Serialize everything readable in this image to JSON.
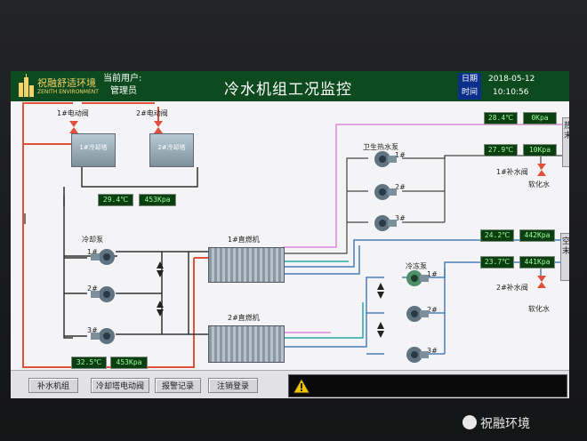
{
  "header": {
    "brand_name": "祝融舒适环境",
    "brand_sub": "ZENITH ENVIRONMENT",
    "current_user_label": "当前用户:",
    "current_user": "管理员",
    "title": "冷水机组工况监控",
    "date_label": "日期",
    "date": "2018-05-12",
    "time_label": "时间",
    "time": "10:10:56"
  },
  "cooling_towers": {
    "valve1": "1#电动阀",
    "valve2": "2#电动阀",
    "tower1": "1#冷却塔",
    "tower2": "2#冷却塔",
    "temp": "29.4℃",
    "pressure": "453Kpa"
  },
  "cooling_pumps": {
    "label": "冷却泵",
    "p1": "1#",
    "p2": "2#",
    "p3": "3#"
  },
  "chillers": {
    "c1": "1#直燃机",
    "c2": "2#直燃机"
  },
  "cooling_return": {
    "temp": "32.5℃",
    "pressure": "453Kpa"
  },
  "hot_water": {
    "temp": "28.4℃",
    "pressure": "0Kpa",
    "pump_label": "卫生热水泵",
    "p1": "1#",
    "p2": "2#",
    "p3": "3#",
    "temp2": "27.9℃",
    "pressure2": "10Kpa",
    "makeup_valve": "1#补水阀",
    "soft_water": "软化水",
    "terminal": "热水末端"
  },
  "chilled_water": {
    "temp": "24.2℃",
    "pressure": "442Kpa",
    "pump_label": "冷冻泵",
    "p1": "1#",
    "p2": "2#",
    "p3": "3#",
    "temp2": "23.7℃",
    "pressure2": "441Kpa",
    "makeup_valve": "2#补水阀",
    "soft_water": "软化水",
    "terminal": "空调末端"
  },
  "footer": {
    "btn1": "补水机组",
    "btn2": "冷却塔电动阀",
    "btn3": "报警记录",
    "btn4": "注销登录"
  },
  "watermark": "祝融环境",
  "colors": {
    "header": "#0d4b1f",
    "readout_bg": "#0b3f12",
    "readout_text": "#9cff9c",
    "cooling_line": "#e0503c",
    "hot_line": "#d98ad9",
    "chilled_line": "#3a6fb0"
  }
}
